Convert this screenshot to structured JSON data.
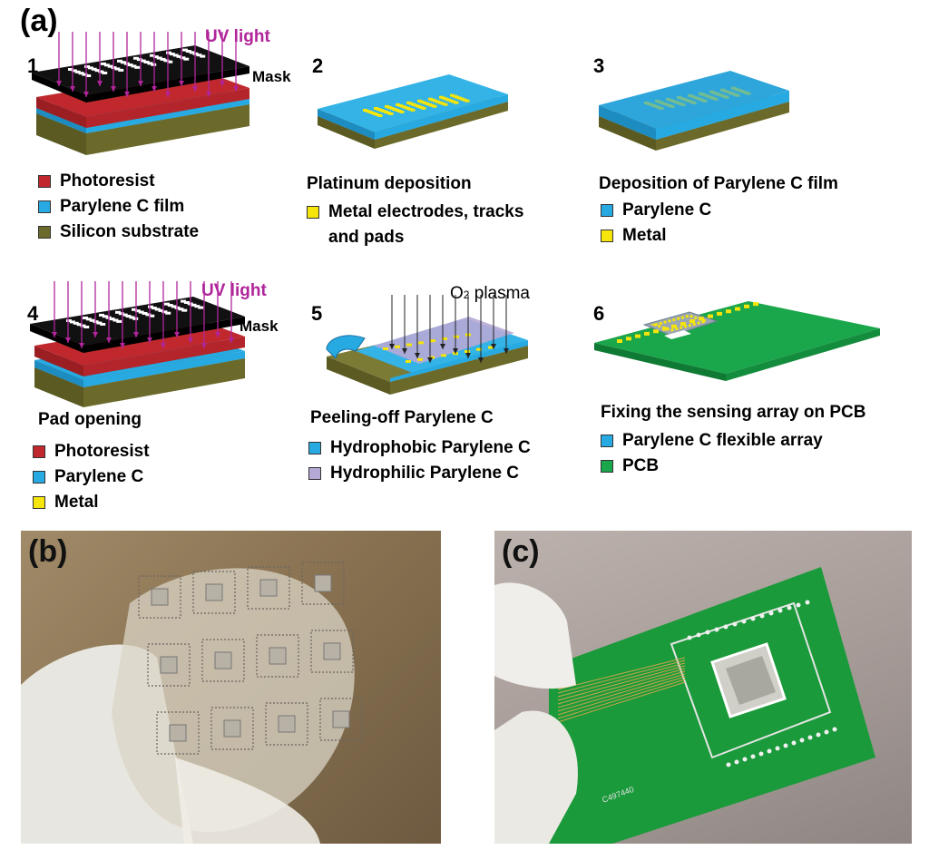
{
  "figure": {
    "panel_a": "(a)",
    "panel_b": "(b)",
    "panel_c": "(c)"
  },
  "steps": [
    {
      "num": "1",
      "uv": "UV light",
      "mask": "Mask",
      "legend": [
        {
          "label": "Photoresist",
          "color": "#c0282d"
        },
        {
          "label": "Parylene C film",
          "color": "#27a9e1"
        },
        {
          "label": "Silicon substrate",
          "color": "#6b6a2a"
        }
      ]
    },
    {
      "num": "2",
      "caption": "Platinum deposition",
      "legend": [
        {
          "label": "Metal electrodes, tracks",
          "color": "#f5e50a"
        }
      ],
      "legend_cont": "and pads"
    },
    {
      "num": "3",
      "caption": "Deposition of Parylene C film",
      "legend": [
        {
          "label": "Parylene C",
          "color": "#27a9e1"
        },
        {
          "label": "Metal",
          "color": "#f5e50a"
        }
      ]
    },
    {
      "num": "4",
      "uv": "UV light",
      "mask": "Mask",
      "caption": "Pad opening",
      "legend": [
        {
          "label": "Photoresist",
          "color": "#c0282d"
        },
        {
          "label": "Parylene C",
          "color": "#27a9e1"
        },
        {
          "label": "Metal",
          "color": "#f5e50a"
        }
      ]
    },
    {
      "num": "5",
      "plasma": "O",
      "plasma_sub": "2",
      "plasma_rest": " plasma",
      "caption": "Peeling-off Parylene C",
      "legend": [
        {
          "label": "Hydrophobic Parylene C",
          "color": "#27a9e1"
        },
        {
          "label": "Hydrophilic Parylene C",
          "color": "#b6a9d6"
        }
      ]
    },
    {
      "num": "6",
      "caption": "Fixing the sensing array on PCB",
      "legend": [
        {
          "label": "Parylene C flexible array",
          "color": "#27a9e1"
        },
        {
          "label": "PCB",
          "color": "#1aa64a"
        }
      ]
    }
  ],
  "pcb_text": "C497440"
}
